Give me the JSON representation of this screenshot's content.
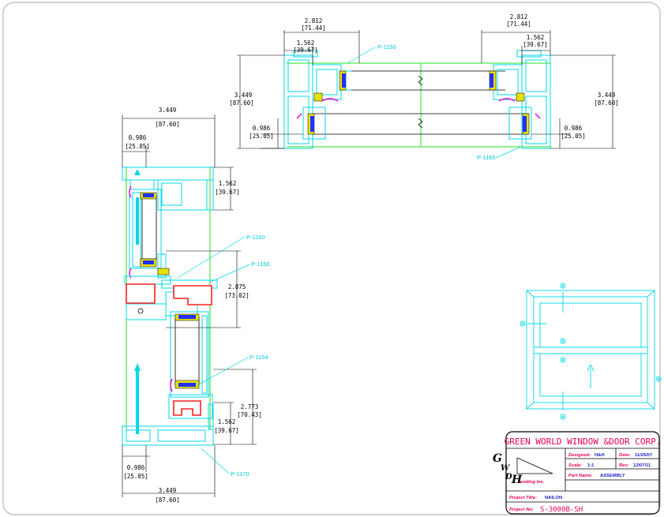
{
  "top_section": {
    "dims": {
      "left_overall": "2.812",
      "left_overall_mm": "[71.44]",
      "left_inner": "1.562",
      "left_inner_mm": "[39.67]",
      "right_overall": "2.812",
      "right_overall_mm": "[71.44]",
      "right_inner": "1.562",
      "right_inner_mm": "[39.67]",
      "left_depth": "3.449",
      "left_depth_mm": "[87.60]",
      "right_depth": "3.449",
      "right_depth_mm": "[87.60]",
      "left_small": "0.986",
      "left_small_mm": "[25.05]",
      "right_small": "0.986",
      "right_small_mm": "[25.05]"
    },
    "parts": {
      "p1150": "P-1150",
      "p1165": "P-1165"
    }
  },
  "side_section": {
    "dims": {
      "top_width": "3.449",
      "top_width_mm": "[87.60]",
      "top_small": "0.986",
      "top_small_mm": "[25.05]",
      "head": "1.562",
      "head_mm": "[39.67]",
      "meeting": "2.875",
      "meeting_mm": "[73.02]",
      "sill_a": "2.773",
      "sill_a_mm": "[70.43]",
      "sill_b": "1.562",
      "sill_b_mm": "[39.67]",
      "bottom_small": "0.986",
      "bottom_small_mm": "[25.05]",
      "bottom_width": "3.449",
      "bottom_width_mm": "[87.60]"
    },
    "parts": {
      "p1160": "P-1160",
      "p1156": "P-1156",
      "p1154": "P-1154",
      "p1170": "P-1170"
    }
  },
  "title_block": {
    "company": "GREEN WORLD WINDOW &DOOR CORP.",
    "logo_g": "G",
    "logo_w": "W",
    "logo_d": "D",
    "logo_h": "H",
    "logo_tail": "ending Inc.",
    "designed_label": "Designed:",
    "designed_value": "H&H",
    "date_label": "Date:",
    "date_value": "11/25/07",
    "scale_label": "Scale:",
    "scale_value": "1:1",
    "rev_label": "Rev:",
    "rev_value": "12/07/11",
    "part_name_label": "Part Name:",
    "part_name_value": "ASSEMBLY",
    "project_title_label": "Project Title:",
    "project_title_value": "NAILON",
    "project_no_label": "Project No:",
    "project_no_value": "S-3000B-SH"
  },
  "colors": {
    "frame": "#00d8e8",
    "glass_line": "#20e020",
    "gasket": "#e000d0",
    "seal": "#e8e000",
    "sash": "#ff2020",
    "spacer": "#2030ff",
    "dimension": "#000000",
    "border": "#b0b0b0"
  }
}
